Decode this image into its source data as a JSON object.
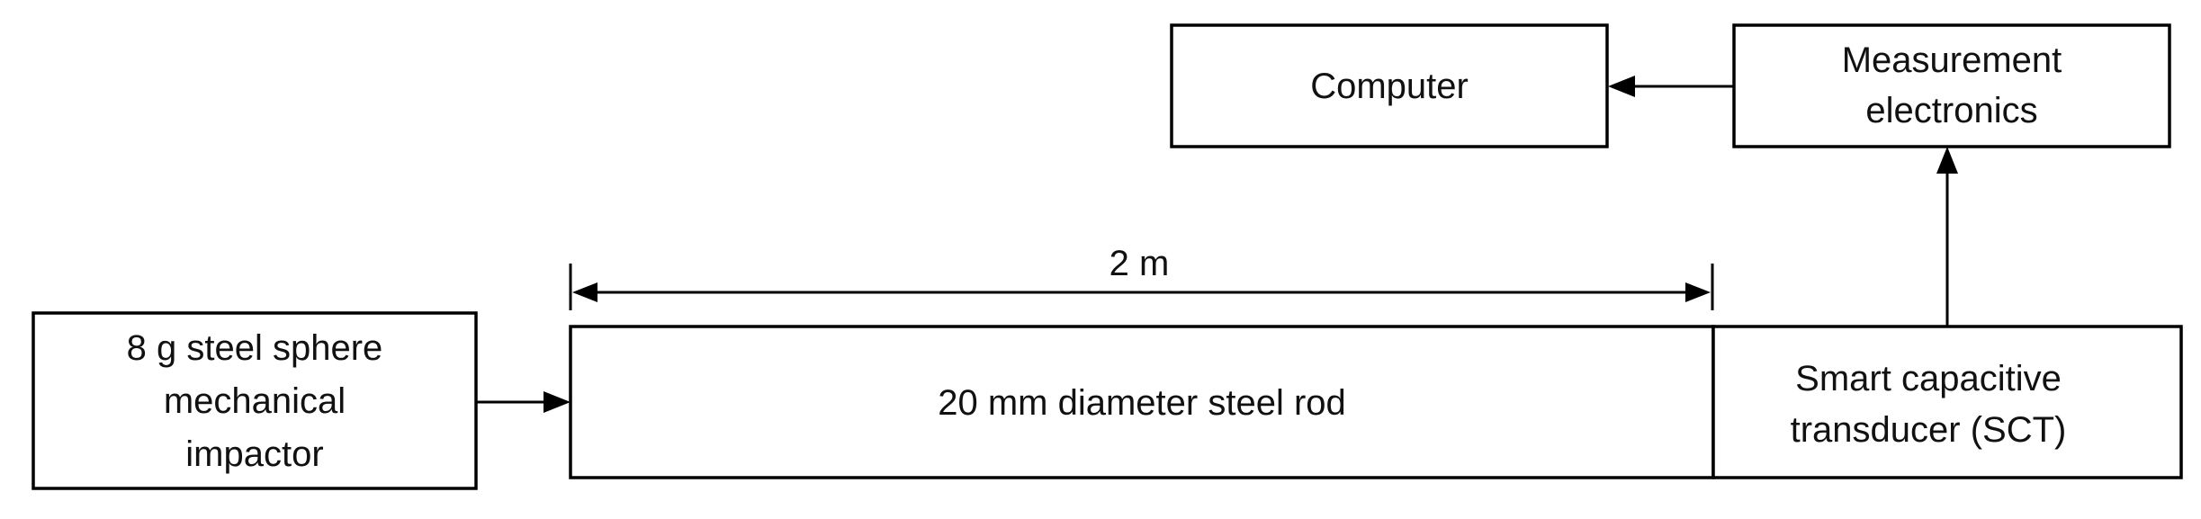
{
  "diagram": {
    "computer": "Computer",
    "measurement": [
      "Measurement",
      "electronics"
    ],
    "impactor": [
      "8 g steel sphere",
      "mechanical",
      "impactor"
    ],
    "rod": "20 mm diameter steel rod",
    "transducer": [
      "Smart capacitive",
      "transducer (SCT)"
    ],
    "dimension": "2 m"
  },
  "colors": {
    "stroke": "#000000",
    "text": "#111111",
    "background": "#ffffff"
  }
}
